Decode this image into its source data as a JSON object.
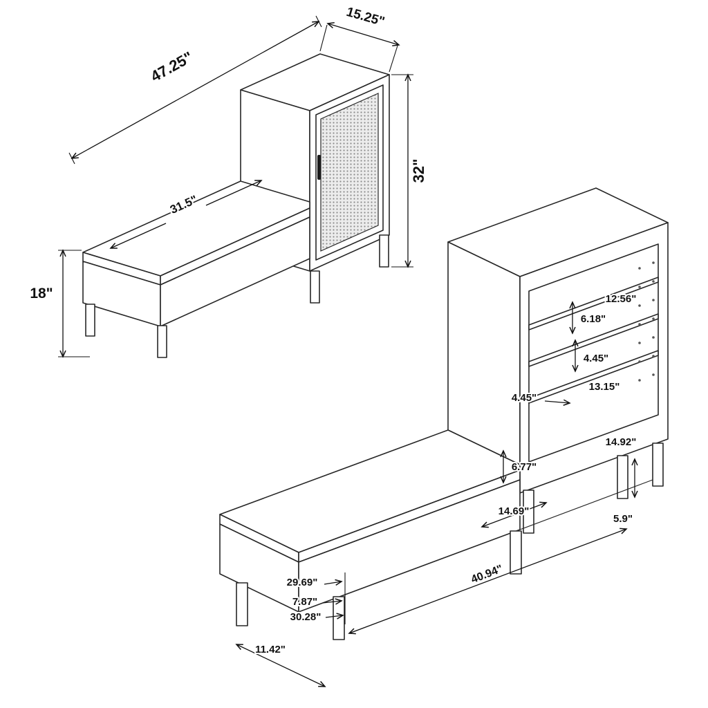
{
  "style": {
    "background": "#ffffff",
    "line_color": "#262626",
    "label_color": "#111111"
  },
  "view1": {
    "dims": {
      "overall_length": "47.25\"",
      "cabinet_depth": "15.25\"",
      "overall_height": "32\"",
      "seat_length": "31.5\"",
      "bench_height": "18\""
    }
  },
  "view2": {
    "dims": {
      "top_opening": "12.56\"",
      "gap_upper": "6.18\"",
      "gap_middle": "4.45\"",
      "gap_lower": "13.15\"",
      "shelf_pointer": "4.45\"",
      "bottom_opening": "14.92\"",
      "cushion_thickness": "6.77\"",
      "seat_clearance": "14.69\"",
      "leg_height": "5.9\"",
      "storage_length_top": "29.69\"",
      "storage_gap": "7.87\"",
      "storage_length_bottom": "30.28\"",
      "base_length": "40.94\"",
      "leg_inset": "11.42\""
    }
  }
}
